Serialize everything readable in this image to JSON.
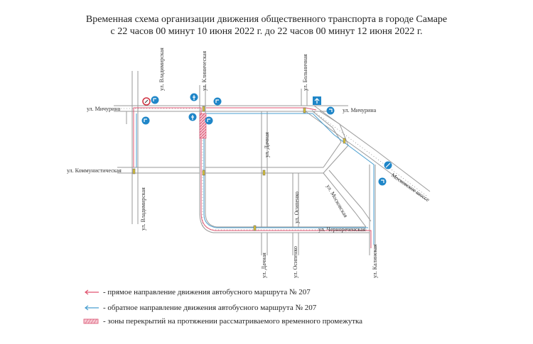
{
  "title": {
    "line1": "Временная схема организации движения общественного транспорта в городе Самаре",
    "line2": "с 22 часов 00 минут 10 июня 2022 г. до 22 часов 00 минут 12 июня 2022 г."
  },
  "streets": {
    "vladimirskaya_top": "ул. Владимирская",
    "vladimirskaya_bottom": "ул. Владимирская",
    "klinicheskaya": "ул. Клиническая",
    "bolnichnaya": "ул. Больничная",
    "michurina_left": "ул. Мичурина",
    "michurina_right": "ул. Мичурина",
    "kommunisticheskaya": "ул. Коммунистическая",
    "dachnaya_top": "ул. Дачная",
    "dachnaya_bottom": "ул. Дачная",
    "osipenko_top": "ул. Осипенко",
    "osipenko_bottom": "ул. Осипенко",
    "moskovskaya": "ул. Московская",
    "moskovskoe_shosse": "Московское шоссе",
    "chernorechenskaya": "ул. Чернореченская",
    "kalinskaya": "ул. Калинская"
  },
  "legend": {
    "forward": "- прямое направление движения автобусного маршрута № 207",
    "reverse": "- обратное направление движения автобусного маршрута № 207",
    "closure": "- зоны перекрытий на протяжении рассматриваемого временного промежутка"
  },
  "colors": {
    "road": "#9a9a9a",
    "forward": "#e05570",
    "reverse": "#4a9fd0",
    "closure": "#e88aa0",
    "sign_blue": "#1f86c8",
    "traffic_light": "#d8c23a"
  }
}
